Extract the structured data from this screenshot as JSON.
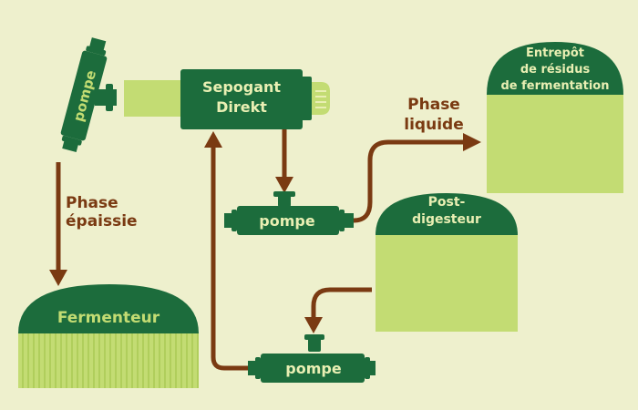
{
  "colors": {
    "background": "#eef0cd",
    "dark_green": "#1c6c3c",
    "light_green": "#c3dc73",
    "arrow_brown": "#7a3a12",
    "label_light": "#e9efb3"
  },
  "labels": {
    "pump_top_left": "pompe",
    "pump_middle": "pompe",
    "pump_bottom": "pompe",
    "separator_line1": "Sepogant",
    "separator_line2": "Direkt",
    "storage_line1": "Entrepôt",
    "storage_line2": "de résidus",
    "storage_line3": "de fermentation",
    "post_digester_line1": "Post-",
    "post_digester_line2": "digesteur",
    "fermenter": "Fermenteur",
    "phase_thick_line1": "Phase",
    "phase_thick_line2": "épaissie",
    "phase_liquid_line1": "Phase",
    "phase_liquid_line2": "liquide"
  },
  "icons": {
    "pump": "pump-icon",
    "separator": "screw-press-separator-icon",
    "tank_dome": "dome-tank-icon"
  }
}
